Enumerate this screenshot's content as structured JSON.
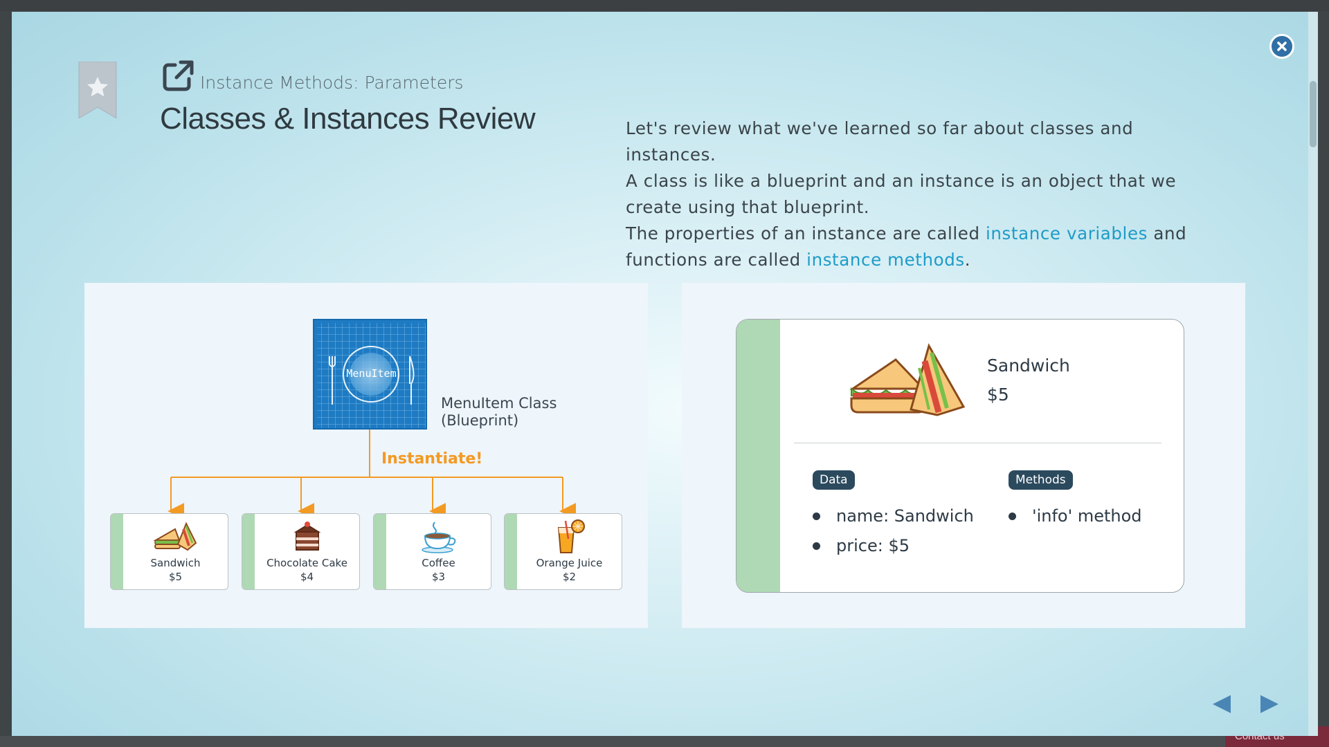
{
  "modal": {
    "subtitle": "Instance Methods: Parameters",
    "title": "Classes & Instances Review",
    "intro": {
      "line1": "Let's review what we've learned so far about classes and instances.",
      "line2": "A class is like a blueprint and an instance is an object that we create using that blueprint.",
      "line3_prefix": "The properties of an instance are called ",
      "link_instance_variables": "instance variables",
      "line3_mid": " and functions are called ",
      "link_instance_methods": "instance methods",
      "line3_suffix": "."
    }
  },
  "diagram": {
    "blueprint_label": "MenuItem",
    "class_label_line1": "MenuItem Class",
    "class_label_line2": "(Blueprint)",
    "instantiate_label": "Instantiate!",
    "items": [
      {
        "name": "Sandwich",
        "price": "$5",
        "icon": "sandwich-icon"
      },
      {
        "name": "Chocolate Cake",
        "price": "$4",
        "icon": "cake-icon"
      },
      {
        "name": "Coffee",
        "price": "$3",
        "icon": "coffee-icon"
      },
      {
        "name": "Orange Juice",
        "price": "$2",
        "icon": "orange-juice-icon"
      }
    ]
  },
  "detail": {
    "name": "Sandwich",
    "price": "$5",
    "data_badge": "Data",
    "methods_badge": "Methods",
    "data_items": [
      "name: Sandwich",
      "price: $5"
    ],
    "method_items": [
      "'info' method"
    ]
  },
  "footer": {
    "contact": "Contact us"
  },
  "colors": {
    "accent_link": "#1e9bc8",
    "orange": "#f39a23",
    "stripe_green": "#afd8b4",
    "badge": "#2c4a5e",
    "close_button": "#2f6fa5"
  }
}
